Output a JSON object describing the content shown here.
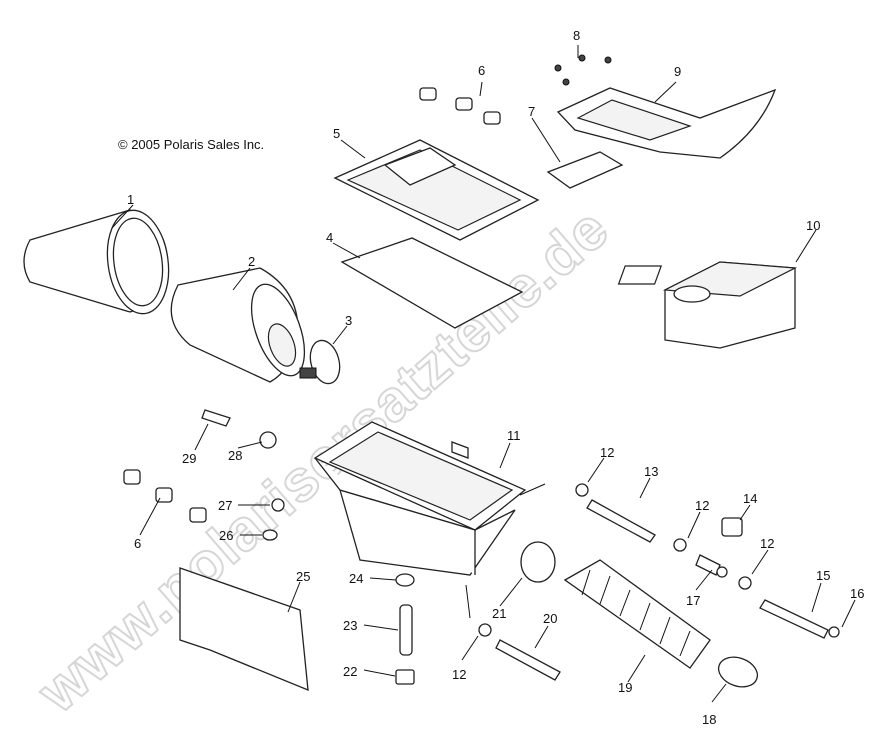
{
  "copyright": "© 2005 Polaris Sales Inc.",
  "watermark": "www.polarisersatzteile.de",
  "callouts": [
    {
      "id": "c1",
      "label": "1"
    },
    {
      "id": "c2",
      "label": "2"
    },
    {
      "id": "c3",
      "label": "3"
    },
    {
      "id": "c4",
      "label": "4"
    },
    {
      "id": "c5",
      "label": "5"
    },
    {
      "id": "c6a",
      "label": "6"
    },
    {
      "id": "c6b",
      "label": "6"
    },
    {
      "id": "c7",
      "label": "7"
    },
    {
      "id": "c8",
      "label": "8"
    },
    {
      "id": "c9",
      "label": "9"
    },
    {
      "id": "c10",
      "label": "10"
    },
    {
      "id": "c11",
      "label": "11"
    },
    {
      "id": "c12a",
      "label": "12"
    },
    {
      "id": "c12b",
      "label": "12"
    },
    {
      "id": "c12c",
      "label": "12"
    },
    {
      "id": "c12d",
      "label": "12"
    },
    {
      "id": "c13",
      "label": "13"
    },
    {
      "id": "c14",
      "label": "14"
    },
    {
      "id": "c15",
      "label": "15"
    },
    {
      "id": "c16",
      "label": "16"
    },
    {
      "id": "c17",
      "label": "17"
    },
    {
      "id": "c18",
      "label": "18"
    },
    {
      "id": "c19",
      "label": "19"
    },
    {
      "id": "c20",
      "label": "20"
    },
    {
      "id": "c21",
      "label": "21"
    },
    {
      "id": "c22",
      "label": "22"
    },
    {
      "id": "c23",
      "label": "23"
    },
    {
      "id": "c24",
      "label": "24"
    },
    {
      "id": "c25",
      "label": "25"
    },
    {
      "id": "c26",
      "label": "26"
    },
    {
      "id": "c27",
      "label": "27"
    },
    {
      "id": "c28",
      "label": "28"
    },
    {
      "id": "c29",
      "label": "29"
    }
  ]
}
